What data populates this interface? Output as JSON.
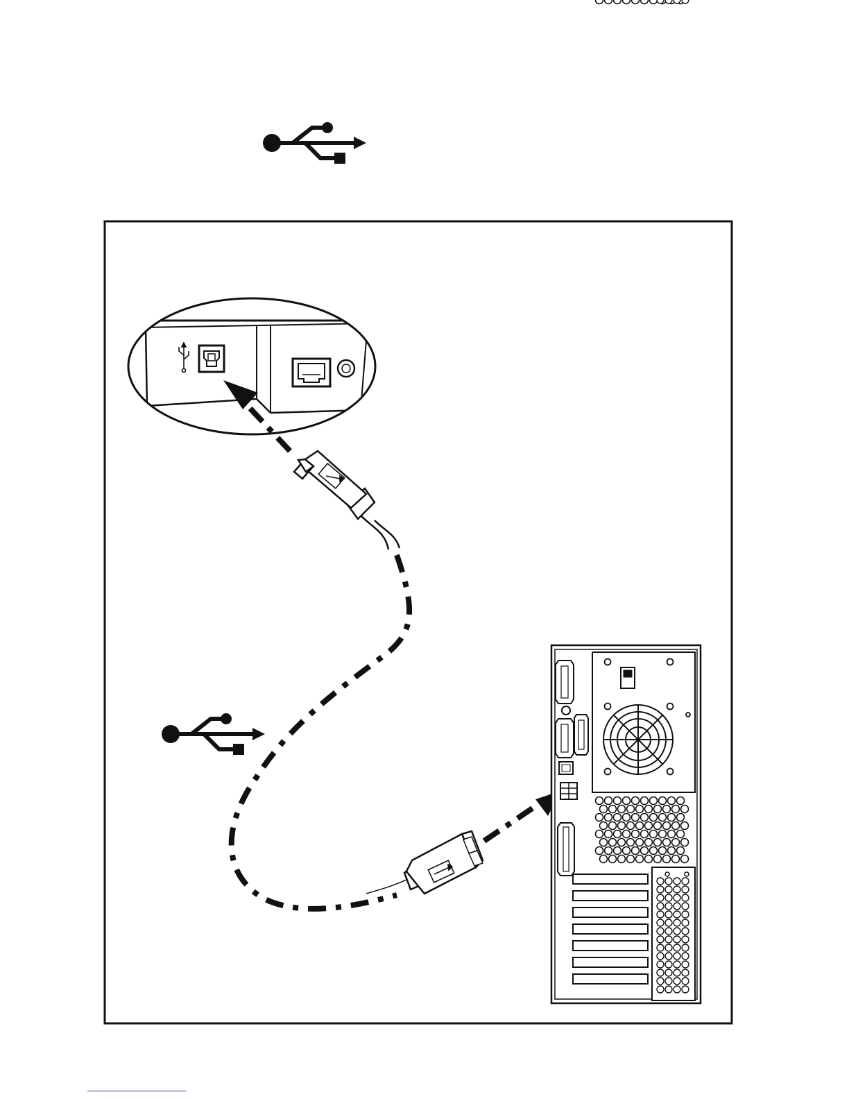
{
  "figure": {
    "top_symbol_icon": "usb-trident-icon",
    "side_symbol_icon": "usb-trident-icon",
    "inset_port_icon": "usb-trident-icon",
    "printer_ports": [
      "usb-b-port",
      "ethernet-port"
    ],
    "cable_ends": [
      "usb-b-plug",
      "usb-a-plug"
    ],
    "computer": "tower-pc-rear-panel"
  },
  "colors": {
    "line": "#111111",
    "background": "#ffffff",
    "link_underline": "#2b3cc8"
  }
}
